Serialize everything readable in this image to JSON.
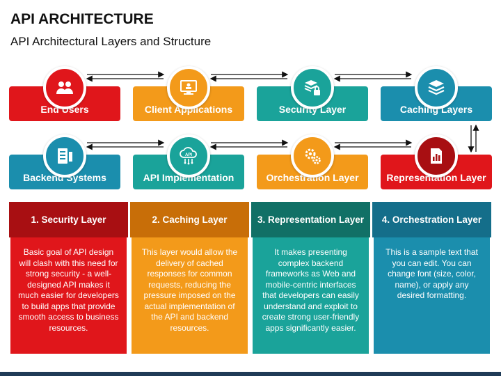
{
  "header": {
    "title": "API ARCHITECTURE",
    "subtitle": "API Architectural Layers and Structure"
  },
  "colors": {
    "red": "#e0161b",
    "orange": "#f39a1a",
    "teal": "#1aa39a",
    "blue": "#1b8ead",
    "dark_teal": "#117066",
    "red_dark": "#a80f12",
    "orange_dark": "#c86e08",
    "blue_dark": "#146e8a",
    "navy": "#1f3b57"
  },
  "layers": {
    "end_users": {
      "label": "End Users",
      "icon": "users-icon"
    },
    "client_applications": {
      "label": "Client Applications",
      "icon": "monitor-icon"
    },
    "security_layer": {
      "label": "Security Layer",
      "icon": "stack-lock-icon"
    },
    "caching_layers": {
      "label": "Caching Layers",
      "icon": "layers-icon"
    },
    "backend_systems": {
      "label": "Backend Systems",
      "icon": "server-icon"
    },
    "api_implementation": {
      "label": "API Implementation",
      "icon": "api-cloud-icon"
    },
    "orchestration_layer": {
      "label": "Orchestration Layer",
      "icon": "gears-icon"
    },
    "representation_layer": {
      "label": "Representation Layer",
      "icon": "document-chart-icon"
    }
  },
  "columns": [
    {
      "heading": "1. Security Layer",
      "body": "Basic goal of API design will clash with this need for strong security - a well-designed API makes it much easier for developers to build apps that provide smooth access to business resources."
    },
    {
      "heading": "2. Caching Layer",
      "body": "This layer would allow the delivery of cached responses for common requests, reducing the pressure imposed on the actual implementation of the API and backend resources."
    },
    {
      "heading": "3. Representation Layer",
      "body": "It makes presenting complex backend frameworks as Web and mobile-centric interfaces that developers can easily understand and exploit to create strong user-friendly apps significantly easier."
    },
    {
      "heading": "4. Orchestration Layer",
      "body": "This is a sample text that you can edit. You can change font (size, color, name), or apply any desired formatting."
    }
  ]
}
